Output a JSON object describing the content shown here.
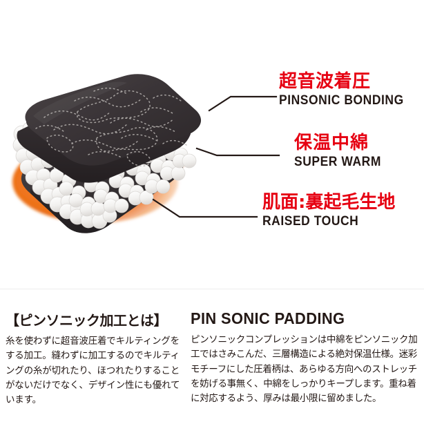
{
  "page": {
    "background_color": "#ffffff",
    "accent_red": "#e60012",
    "ink": "#231815",
    "insulation_orange": "#e8650d",
    "fabric_dark": "#3a3537"
  },
  "illustration": {
    "name": "three-layer-fabric-cutaway",
    "layers": [
      {
        "id": "top-shell",
        "label": "dark quilted outer shell with dotted camo pinsonic pattern",
        "color": "#3a3537"
      },
      {
        "id": "mid-wadding",
        "label": "white lofted insulation wadding",
        "color": "#f3f2f1"
      },
      {
        "id": "warm-glow",
        "label": "orange warmth glow behind wadding",
        "color": "#e8650d"
      },
      {
        "id": "back-shell",
        "label": "dark raised-touch backing fabric",
        "color": "#3a3537"
      }
    ]
  },
  "callouts": [
    {
      "id": "pinsonic-bonding",
      "jp": "超音波着圧",
      "en": "PINSONIC BONDING",
      "points_to": "top-shell"
    },
    {
      "id": "super-warm",
      "jp": "保温中綿",
      "en": "SUPER WARM",
      "points_to": "mid-wadding"
    },
    {
      "id": "raised-touch",
      "jp": "肌面:裏起毛生地",
      "en": "RAISED TOUCH",
      "points_to": "back-shell"
    }
  ],
  "copy": {
    "japanese": {
      "heading": "【ピンソニック加工とは】",
      "body": "糸を使わずに超音波圧着でキルティングをする加工。縫わずに加工するのでキルティングの糸が切れたり、ほつれたりすることがないだけでなく、デザイン性にも優れています。"
    },
    "english": {
      "heading": "PIN SONIC PADDING",
      "body": "ピンソニックコンプレッションは中綿をピンソニック加工ではさみこんだ、三層構造による絶対保温仕様。迷彩モチーフにした圧着柄は、あらゆる方向へのストレッチを妨げる事無く、中綿をしっかりキープします。重ね着に対応するよう、厚みは最小限に留めました。"
    }
  }
}
